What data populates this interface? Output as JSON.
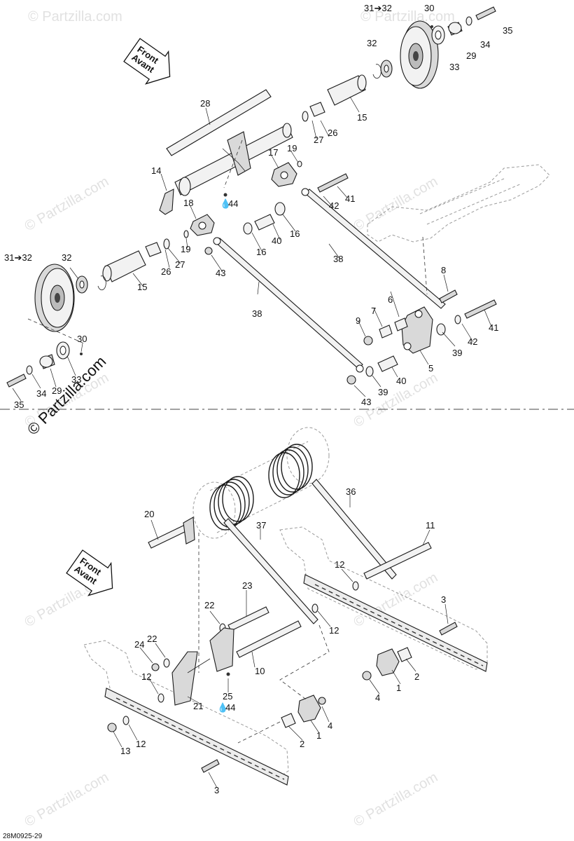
{
  "reference_code": "28M0925-29",
  "watermark": {
    "text": "© Partzilla.com"
  },
  "front_arrows": [
    {
      "line1": "Front",
      "line2": "Avant"
    },
    {
      "line1": "Front",
      "line2": "Avant"
    }
  ],
  "upper_labels": {
    "c31_32_right": "31➔32",
    "c30_top": "30",
    "c35_top": "35",
    "c32_top": "32",
    "c34_top": "34",
    "c29_top": "29",
    "c33_top": "33",
    "c28": "28",
    "c15_top": "15",
    "c27_top": "27",
    "c26_top": "26",
    "c17": "17",
    "c19_top": "19",
    "c14": "14",
    "c41_top": "41",
    "c44_top": "44",
    "c42_top": "42",
    "c18": "18",
    "c16_a": "16",
    "c40_top": "40",
    "c16_b": "16",
    "c19_mid": "19",
    "c27_mid": "27",
    "c26_mid": "26",
    "c38_mid": "38",
    "c31_32_left": "31➔32",
    "c32_left": "32",
    "c43_top": "43",
    "c15_mid": "15",
    "c8": "8",
    "c38_low": "38",
    "c6": "6",
    "c7": "7",
    "c9": "9",
    "c41_low": "41",
    "c39_a": "39",
    "c42_low": "42",
    "c30_low": "30",
    "c5": "5",
    "c33_low": "33",
    "c40_low": "40",
    "c34_low": "34",
    "c29_low": "29",
    "c39_b": "39",
    "c35_low": "35",
    "c43_low": "43"
  },
  "lower_labels": {
    "c36": "36",
    "c20": "20",
    "c37": "37",
    "c11": "11",
    "c12_a": "12",
    "c23": "23",
    "c3_top": "3",
    "c22_a": "22",
    "c12_b": "12",
    "c22_b": "22",
    "c24": "24",
    "c10": "10",
    "c2_a": "2",
    "c12_c": "12",
    "c25": "25",
    "c44": "44",
    "c21": "21",
    "c1_a": "1",
    "c4_a": "4",
    "c4_b": "4",
    "c1_b": "1",
    "c2_b": "2",
    "c12_d": "12",
    "c13": "13",
    "c3_low": "3"
  }
}
